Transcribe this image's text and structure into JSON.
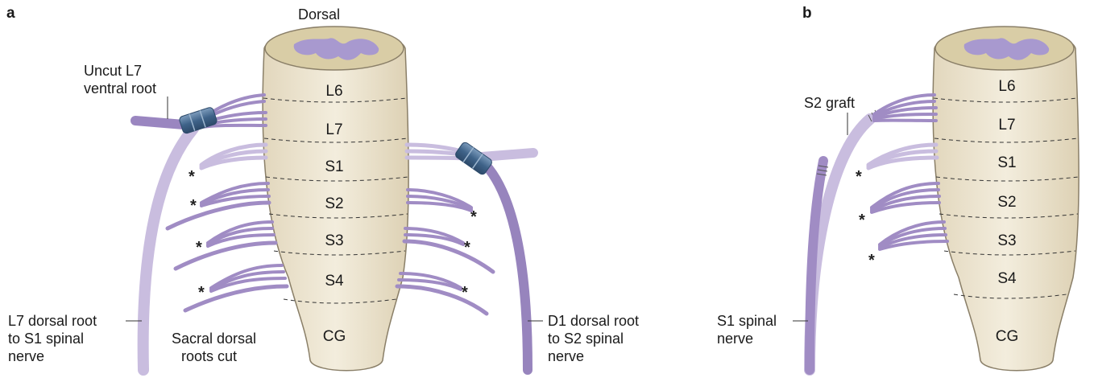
{
  "panel_a": {
    "letter": "a",
    "top_label": "Dorsal",
    "segments": [
      "L6",
      "L7",
      "S1",
      "S2",
      "S3",
      "S4",
      "CG"
    ],
    "uncut_label": [
      "Uncut L7",
      "ventral root"
    ],
    "l7_label": [
      "L7 dorsal root",
      "to S1 spinal",
      "nerve"
    ],
    "sacral_label": [
      "Sacral dorsal",
      "roots cut"
    ],
    "d1_label": [
      "D1 dorsal root",
      "to S2 spinal",
      "nerve"
    ],
    "asterisk": "*"
  },
  "panel_b": {
    "letter": "b",
    "segments": [
      "L6",
      "L7",
      "S1",
      "S2",
      "S3",
      "S4",
      "CG"
    ],
    "graft_label": "S2 graft",
    "s1_label": [
      "S1 spinal",
      "nerve"
    ],
    "asterisk": "*"
  },
  "colors": {
    "cord_fill": "#eee6d3",
    "cord_edge": "#8a7f68",
    "root": "#a08cc4",
    "root_light": "#c9bddf",
    "grey_matter": "#a899cf",
    "cuff": "#4a6e93"
  }
}
